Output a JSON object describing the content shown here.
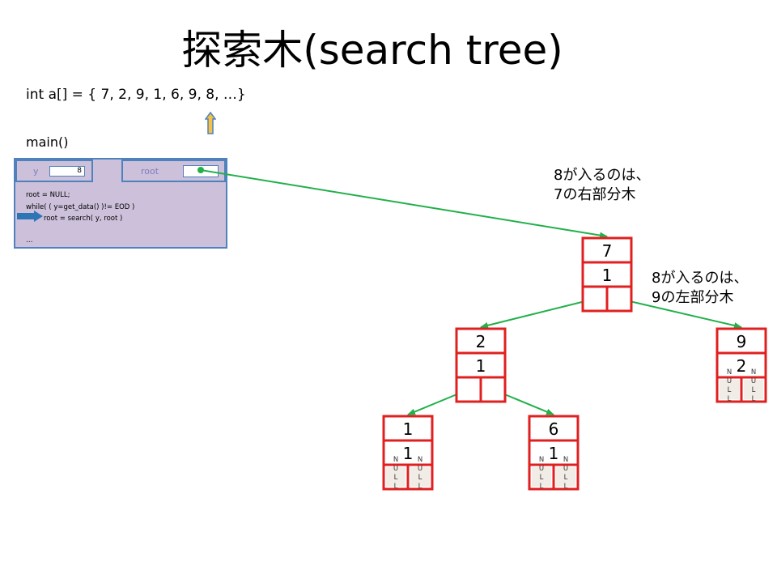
{
  "title": "探索木(search tree)",
  "code": "int a[] = { 7, 2, 9, 1, 6, 9, 8, …}",
  "main_label": "main()",
  "frame": {
    "var_y_label": "y",
    "var_y_value": "8",
    "var_root_label": "root",
    "lines": [
      "root = NULL;",
      "while( ( y=get_data() )!= EOD )",
      "root = search( y, root )",
      "…"
    ]
  },
  "notes": [
    {
      "line1": "8が入るのは、",
      "line2": "7の右部分木"
    },
    {
      "line1": "8が入るのは、",
      "line2": "9の左部分木"
    }
  ],
  "null_label": "NULL",
  "tree": {
    "nodes": [
      {
        "id": "n7",
        "value": "7",
        "count": "1"
      },
      {
        "id": "n2",
        "value": "2",
        "count": "1"
      },
      {
        "id": "n9",
        "value": "9",
        "count": "2"
      },
      {
        "id": "n1",
        "value": "1",
        "count": "1"
      },
      {
        "id": "n6",
        "value": "6",
        "count": "1"
      }
    ],
    "edges": [
      {
        "from": "n7",
        "side": "left",
        "to": "n2"
      },
      {
        "from": "n7",
        "side": "right",
        "to": "n9"
      },
      {
        "from": "n2",
        "side": "left",
        "to": "n1"
      },
      {
        "from": "n2",
        "side": "right",
        "to": "n6"
      }
    ],
    "null_children": [
      "n9-left",
      "n9-right",
      "n1-left",
      "n1-right",
      "n6-left",
      "n6-right"
    ]
  },
  "colors": {
    "node_border": "#e02020",
    "pointer_line": "#22b04b",
    "frame_bg": "#ccc0da",
    "frame_border": "#4f81bd",
    "null_fill": "#f2ece6"
  }
}
